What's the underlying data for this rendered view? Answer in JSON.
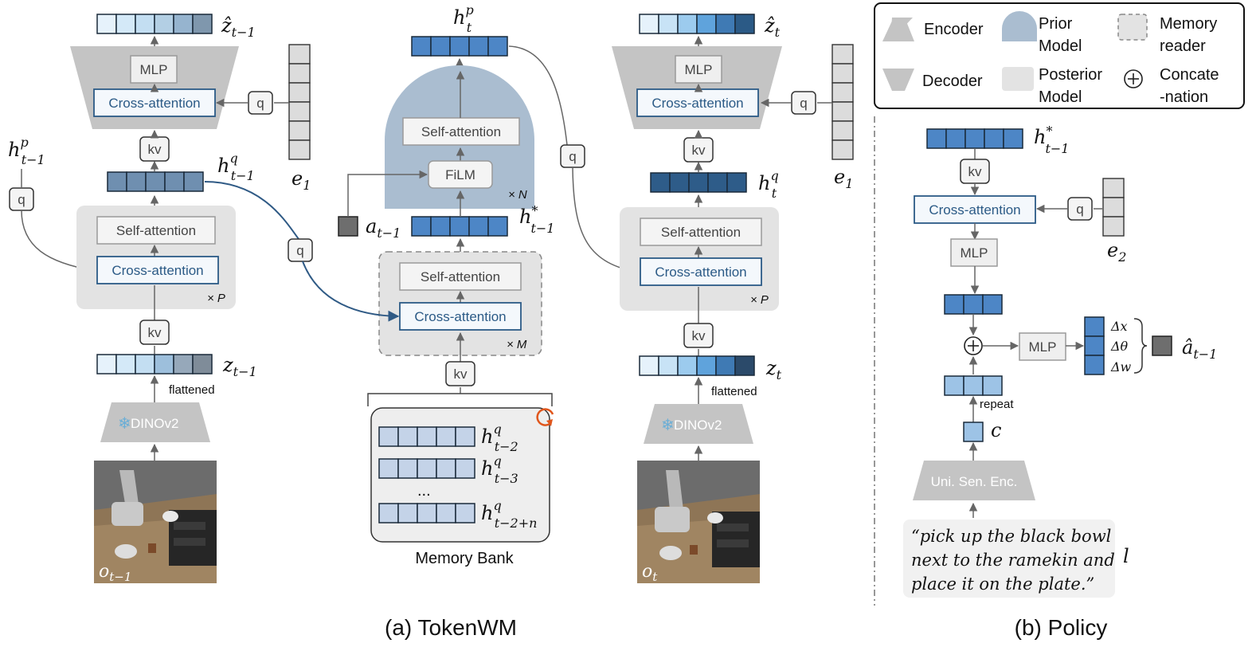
{
  "tokenwm": {
    "caption": "(a) TokenWM",
    "left": {
      "z_hat": "ẑ",
      "z_hat_sub": "t−1",
      "mlp": "MLP",
      "cross_attention_top": "Cross-attention",
      "q_top": "q",
      "e_label": "e",
      "e_sub": "1",
      "kv_top": "kv",
      "hq": "h",
      "hq_sup": "q",
      "hq_sub": "t−1",
      "hp": "h",
      "hp_sup": "p",
      "hp_sub": "t−1",
      "q_left": "q",
      "self_attention": "Self-attention",
      "cross_attention": "Cross-attention",
      "times_p": "× P",
      "kv_bottom": "kv",
      "z": "z",
      "z_sub": "t−1",
      "flattened": "flattened",
      "dino": "DINOv2",
      "obs": "o",
      "obs_sub": "t−1"
    },
    "middle": {
      "hp": "h",
      "hp_sup": "p",
      "hp_sub": "t",
      "self_attention_prior": "Self-attention",
      "film": "FiLM",
      "times_n": "× N",
      "action": "a",
      "action_sub": "t−1",
      "hstar": "h",
      "hstar_sup": "*",
      "hstar_sub": "t−1",
      "q_mid": "q",
      "self_attention_mem": "Self-attention",
      "cross_attention_mem": "Cross-attention",
      "times_m": "× M",
      "kv": "kv",
      "bank_items": [
        {
          "base": "h",
          "sup": "q",
          "sub": "t−2"
        },
        {
          "base": "h",
          "sup": "q",
          "sub": "t−3"
        },
        {
          "base": "h",
          "sup": "q",
          "sub": "t−2+n"
        }
      ],
      "ellipsis": "...",
      "memory_bank": "Memory Bank"
    },
    "right": {
      "z_hat": "ẑ",
      "z_hat_sub": "t",
      "mlp": "MLP",
      "cross_attention_top": "Cross-attention",
      "q_top": "q",
      "e_label": "e",
      "e_sub": "1",
      "q_curve": "q",
      "kv_top": "kv",
      "hq": "h",
      "hq_sup": "q",
      "hq_sub": "t",
      "self_attention": "Self-attention",
      "cross_attention": "Cross-attention",
      "times_p": "× P",
      "kv_bottom": "kv",
      "z": "z",
      "z_sub": "t",
      "flattened": "flattened",
      "dino": "DINOv2",
      "obs": "o",
      "obs_sub": "t"
    }
  },
  "legend": {
    "encoder": "Encoder",
    "decoder": "Decoder",
    "prior_1": "Prior",
    "prior_2": "Model",
    "posterior_1": "Posterior",
    "posterior_2": "Model",
    "memory_1": "Memory",
    "memory_2": "reader",
    "concat_1": "Concate",
    "concat_2": "-nation"
  },
  "policy": {
    "caption": "(b) Policy",
    "hstar": "h",
    "hstar_sup": "*",
    "hstar_sub": "t−1",
    "kv": "kv",
    "cross_attention": "Cross-attention",
    "q": "q",
    "e_label": "e",
    "e_sub": "2",
    "mlp_left": "MLP",
    "mlp_right": "MLP",
    "repeat": "repeat",
    "c_label": "c",
    "encoder": "Uni. Sen. Enc.",
    "dx": "Δx",
    "dtheta": "Δθ",
    "dw": "Δw",
    "a_hat": "â",
    "a_hat_sub": "t−1",
    "instruction_1": "“pick up the black bowl",
    "instruction_2": "next to the ramekin and",
    "instruction_3": "place it on the plate.”",
    "l_label": "l"
  },
  "colors": {
    "ca_border": "#2b5a86",
    "gray_block": "#e3e3e3",
    "prior": "#aabdd0",
    "arrow": "#666666",
    "accent_arrow": "#2f5a85"
  }
}
